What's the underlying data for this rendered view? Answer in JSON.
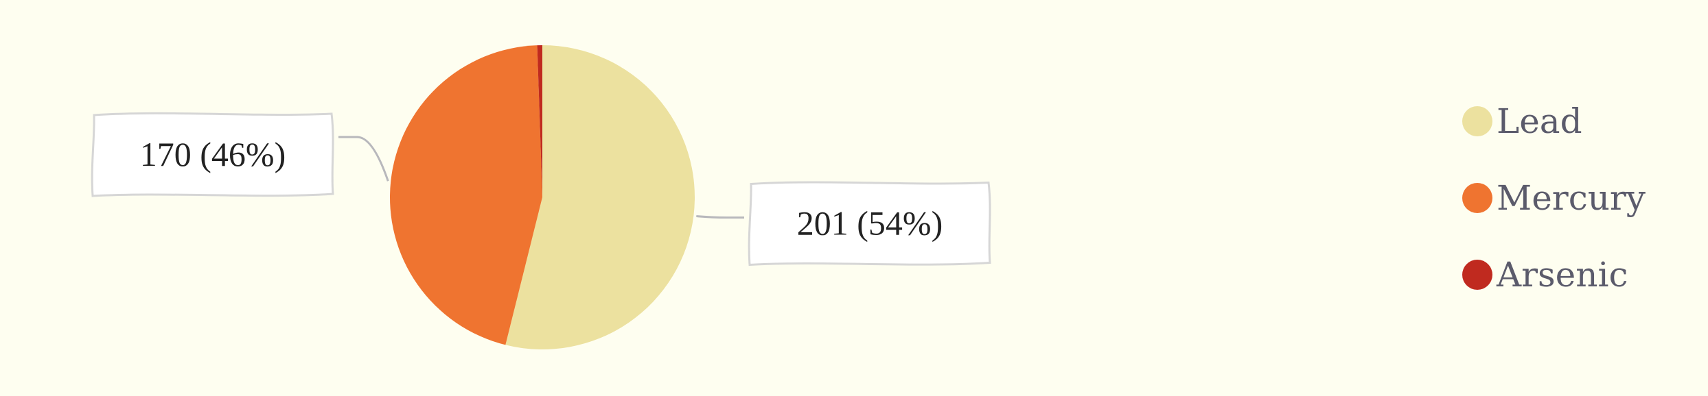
{
  "chart_data": {
    "type": "pie",
    "title": "",
    "legend_position": "right",
    "slices": [
      {
        "name": "Lead",
        "value": 201,
        "color": "#ece19f",
        "label": "201 (54%)"
      },
      {
        "name": "Mercury",
        "value": 170,
        "color": "#ef7430",
        "label": "170 (46%)"
      },
      {
        "name": "Arsenic",
        "value": 2,
        "color": "#c02a1f",
        "label": ""
      }
    ]
  }
}
